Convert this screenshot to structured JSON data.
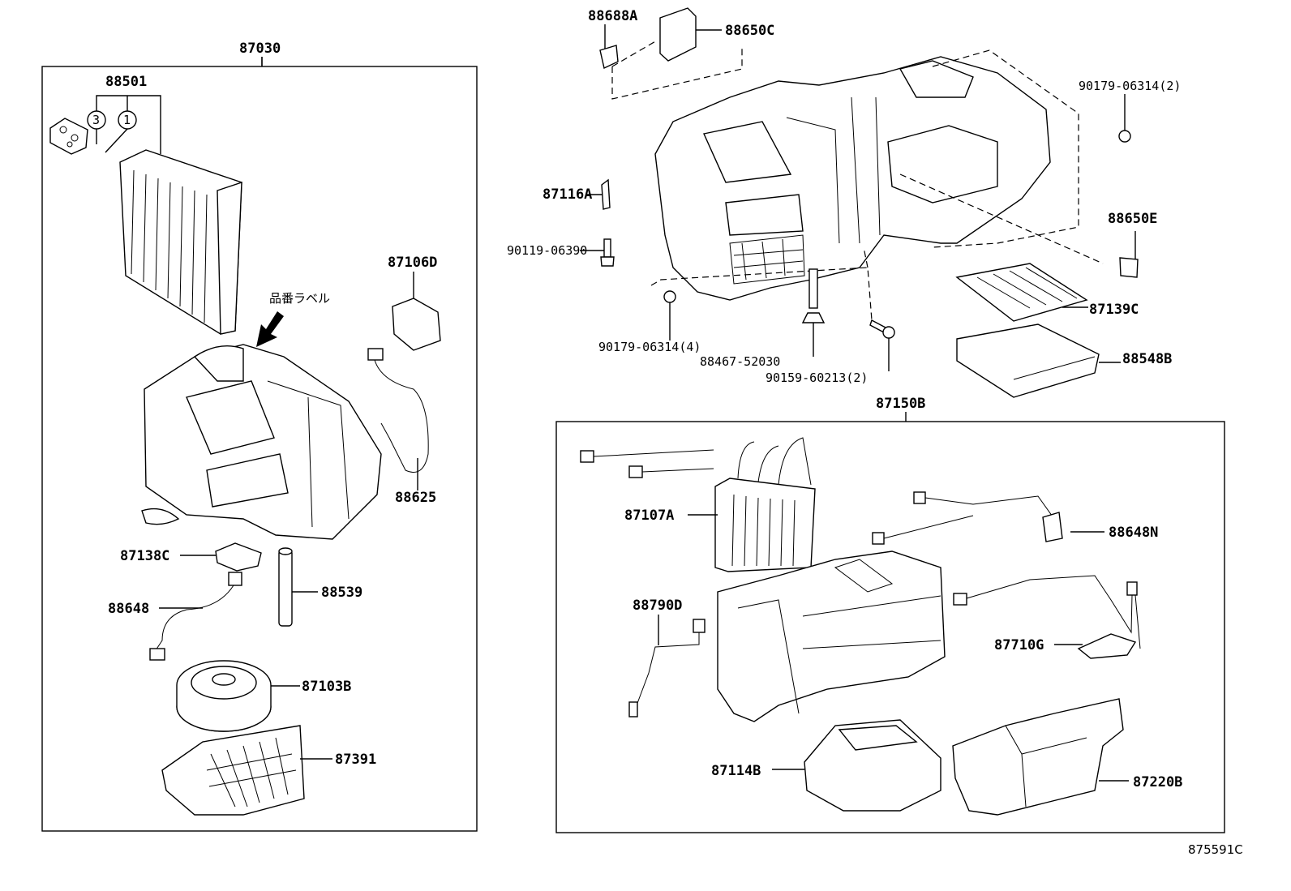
{
  "diagram_id": "875591C",
  "left_group": {
    "assembly": "87030",
    "label_note": "品番ラベル",
    "parts": {
      "evaporator": "88501",
      "circle_3": "3",
      "circle_1": "1",
      "servo": "87106D",
      "harness": "88625",
      "resistor": "87138C",
      "wire": "88648",
      "duct": "88539",
      "blower_motor": "87103B",
      "cover": "87391"
    }
  },
  "right_top": {
    "a": "88688A",
    "b": "88650C",
    "c": "87116A",
    "d": "90119-06390",
    "e": "90179-06314(4)",
    "f": "88467-52030",
    "g": "90159-60213(2)",
    "h": "90179-06314(2)",
    "i": "88650E",
    "j": "87139C",
    "k": "88548B"
  },
  "right_group": {
    "assembly": "87150B",
    "parts": {
      "heater_core": "87107A",
      "harness_n": "88648N",
      "sensor": "88790D",
      "servo_g": "87710G",
      "case_b": "87114B",
      "case_220": "87220B"
    }
  }
}
